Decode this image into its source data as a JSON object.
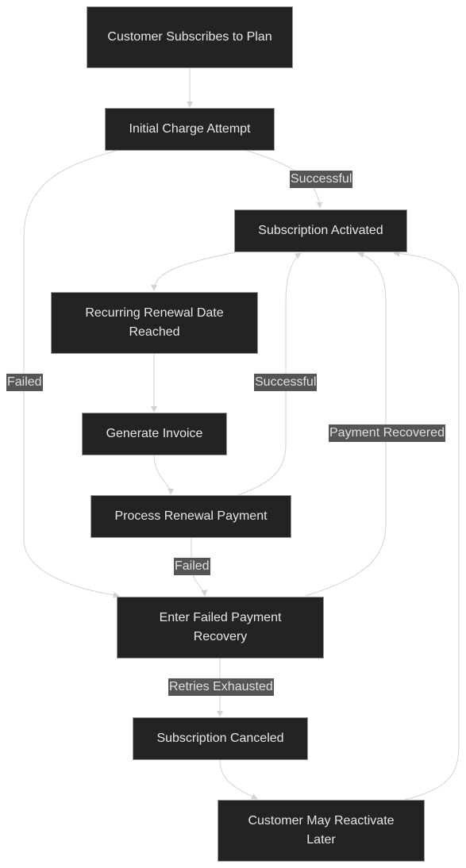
{
  "colors": {
    "node_fill": "#222322",
    "node_border": "#9a9a9a",
    "node_text": "#e6e6e6",
    "edge": "#d3d3d3",
    "label_bg": "#555555",
    "label_text": "#e0e0e0",
    "background": "#ffffff"
  },
  "nodes": {
    "subscribe": "Customer Subscribes to Plan",
    "initial_charge": "Initial Charge Attempt",
    "activated": "Subscription Activated",
    "renewal_date": "Recurring Renewal Date Reached",
    "invoice": "Generate Invoice",
    "process_payment": "Process Renewal Payment",
    "recovery": "Enter Failed Payment Recovery",
    "canceled": "Subscription Canceled",
    "reactivate": "Customer May Reactivate Later"
  },
  "edge_labels": {
    "initial_successful": "Successful",
    "initial_failed": "Failed",
    "renewal_successful": "Successful",
    "payment_recovered": "Payment Recovered",
    "renewal_failed": "Failed",
    "retries_exhausted": "Retries Exhausted"
  }
}
